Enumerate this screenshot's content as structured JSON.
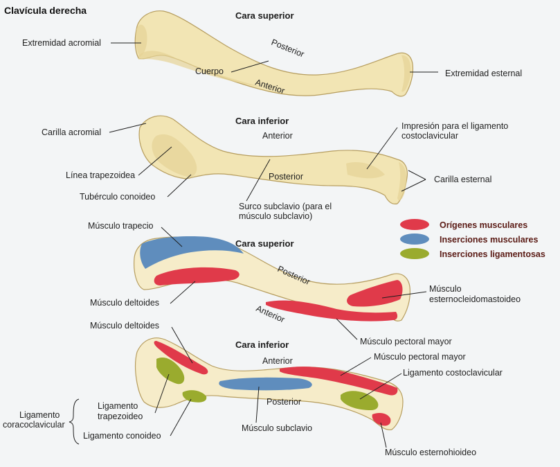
{
  "title": "Clavícula derecha",
  "views": {
    "v1": {
      "heading": "Cara superior",
      "extremidad_acromial": "Extremidad acromial",
      "posterior": "Posterior",
      "cuerpo": "Cuerpo",
      "anterior": "Anterior",
      "extremidad_esternal": "Extremidad esternal"
    },
    "v2": {
      "heading": "Cara inferior",
      "carilla_acromial": "Carilla acromial",
      "anterior": "Anterior",
      "impresion_1": "Impresión para el ligamento",
      "impresion_2": "costoclavicular",
      "linea_trapezoidea": "Línea trapezoidea",
      "posterior": "Posterior",
      "carilla_esternal": "Carilla esternal",
      "tuberculo_conoideo": "Tubérculo conoideo",
      "surco_1": "Surco subclavio (para el",
      "surco_2": "músculo subclavio)"
    },
    "v3": {
      "heading": "Cara superior",
      "musculo_trapecio": "Músculo trapecio",
      "posterior": "Posterior",
      "esterno_1": "Músculo",
      "esterno_2": "esternocleidomastoideo",
      "musculo_deltoides": "Músculo deltoides",
      "anterior": "Anterior",
      "pectoral": "Músculo pectoral mayor"
    },
    "v4": {
      "heading": "Cara inferior",
      "musculo_deltoides": "Músculo deltoides",
      "anterior": "Anterior",
      "pectoral": "Músculo pectoral mayor",
      "lig_costo": "Ligamento costoclavicular",
      "lig_coraco_1": "Ligamento",
      "lig_coraco_2": "coracoclavicular",
      "lig_trap_1": "Ligamento",
      "lig_trap_2": "trapezoideo",
      "posterior": "Posterior",
      "lig_conoideo": "Ligamento conoideo",
      "subclavio": "Músculo subclavio",
      "esternohioideo": "Músculo esternohioideo"
    }
  },
  "legend": {
    "items": [
      {
        "label": "Orígenes musculares",
        "color": "#e03a4a"
      },
      {
        "label": "Inserciones musculares",
        "color": "#5f8dbd"
      },
      {
        "label": "Inserciones ligamentosas",
        "color": "#9aab2e"
      }
    ]
  }
}
